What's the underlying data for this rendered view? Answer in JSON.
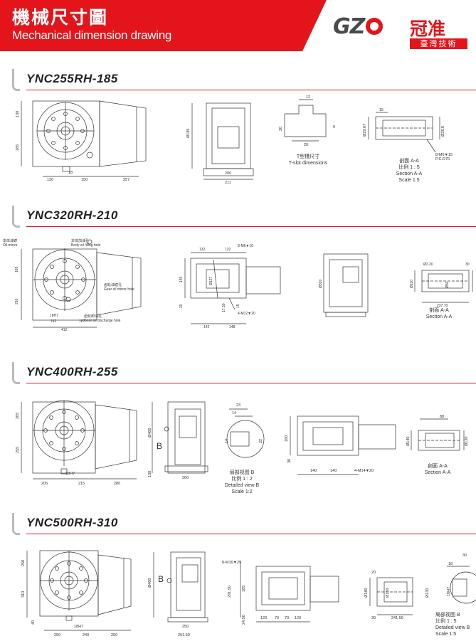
{
  "header": {
    "title_cn": "機械尺寸圖",
    "title_en": "Mechanical dimension drawing",
    "logo_main": "GZ",
    "logo_cn": "冠准",
    "logo_sub": "臺灣技術"
  },
  "sections": [
    {
      "title": "YNC255RH-185",
      "dims": {
        "a": "130",
        "b": "185",
        "c": "130",
        "d": "150",
        "e": "257",
        "f": "18",
        "g": "Ø185",
        "h": "200",
        "i": "211",
        "j": "12",
        "k": "20",
        "l": "20",
        "m": "9",
        "n": "15",
        "o": "Ø29.67",
        "p": "Ø28.6",
        "q": "8-M6▼15",
        "r": "P.C.D70"
      },
      "captions": {
        "t_slot_cn": "T型槽尺寸",
        "t_slot_en": "T-slot dimensions",
        "sec_cn": "剖面 A-A",
        "scale_cn": "比例 1 : 5",
        "sec_en": "Section A-A",
        "scale_en": "Scale 1:5"
      }
    },
    {
      "title": "YNC320RH-210",
      "dims": {
        "a": "165",
        "b": "210",
        "c": "142",
        "d": "187",
        "e": "412",
        "f": "18H7",
        "g": "132",
        "h": "132",
        "i": "8-M6▼10",
        "j": "145",
        "k": "20",
        "l": "Ø127",
        "m": "17.50",
        "n": "15",
        "o": "142",
        "p": "148",
        "q": "4-M12▼20",
        "r": "Ø320",
        "s": "Ø2.20",
        "t": "30",
        "u": "Ø110",
        "v": "Ø50",
        "w": "237.70"
      },
      "captions": {
        "oil_cn": "本体油镜",
        "oil_en": "Oil mirror",
        "fill_cn": "本体加油孔",
        "fill_en": "Body oil filling hole",
        "gear_mirror_cn": "齿轮油镜孔",
        "gear_mirror_en": "Gear oil mirror hole",
        "gear_disch_cn": "齿轮卸油孔",
        "gear_disch_en": "Gear oil discharge hole",
        "sec_cn": "剖面 A-A",
        "sec_en": "Section A-A"
      }
    },
    {
      "title": "YNC400RH-255",
      "dims": {
        "a": "205",
        "b": "255",
        "c": "205",
        "d": "215",
        "e": "280",
        "f": "18H7",
        "g": "Ø400",
        "h": "B",
        "i": "130",
        "j": "260",
        "k": "23",
        "l": "14",
        "m": "14",
        "n": "22",
        "o": "180",
        "p": "140",
        "q": "140",
        "r": "4-M14▼20",
        "s": "88",
        "t": "Ø140",
        "u": "Ø120",
        "v": "30"
      },
      "captions": {
        "detail_cn": "局部视图 B",
        "scale_cn": "比例 1 : 2",
        "detail_en": "Detailed view B",
        "scale_en": "Scale 1:2",
        "sec_cn": "剖面 A-A",
        "sec_en": "Section A-A"
      }
    },
    {
      "title": "YNC500RH-310",
      "dims": {
        "a": "250",
        "b": "310",
        "c": "40",
        "d": "250",
        "e": "240",
        "f": "250",
        "g": "18H7",
        "h": "Ø400",
        "i": "B",
        "j": "250",
        "k": "291.50",
        "l": "8-M16▼25",
        "m": "291.50",
        "n": "185",
        "o": "24.50",
        "p": "120",
        "q": "70",
        "r": "70",
        "s": "120",
        "t": "20",
        "u": "Ø180",
        "v": "Ø150",
        "w": "Ø130",
        "x": "30",
        "y": "241.50",
        "z": "18",
        "aa": "18H7",
        "ab": "30"
      },
      "captions": {
        "detail_cn": "局部视图 B",
        "scale_cn": "比例 1 : 5",
        "detail_en": "Detailed view B",
        "scale_en": "Scale 1:5"
      }
    }
  ]
}
